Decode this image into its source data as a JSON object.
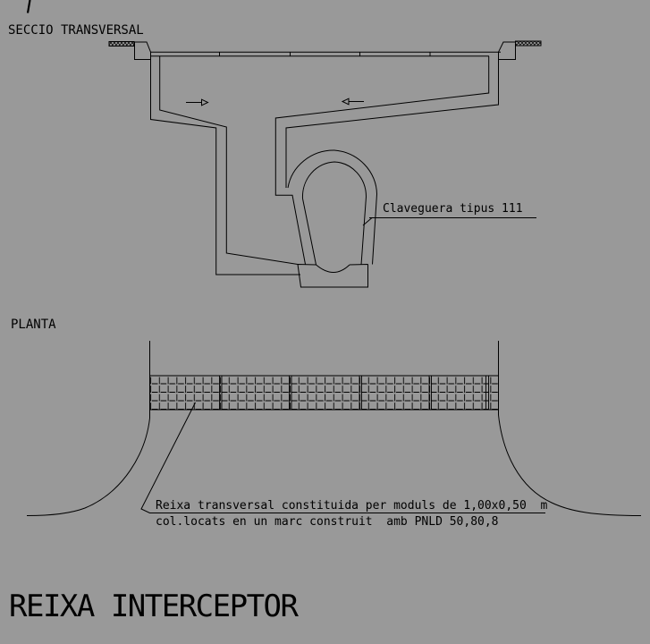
{
  "canvas": {
    "background_color": "#999999",
    "line_color": "#000000"
  },
  "section_view": {
    "label": "SECCIO TRANSVERSAL",
    "pipe_callout": "Claveguera tipus 111"
  },
  "plan_view": {
    "label": "PLANTA",
    "note_line1": "Reixa transversal constituida per moduls de 1,00x0,50  m",
    "note_line2": "col.locats en un marc construit  amb PNLD 50,80,8"
  },
  "title_block": {
    "title": "REIXA INTERCEPTOR"
  }
}
